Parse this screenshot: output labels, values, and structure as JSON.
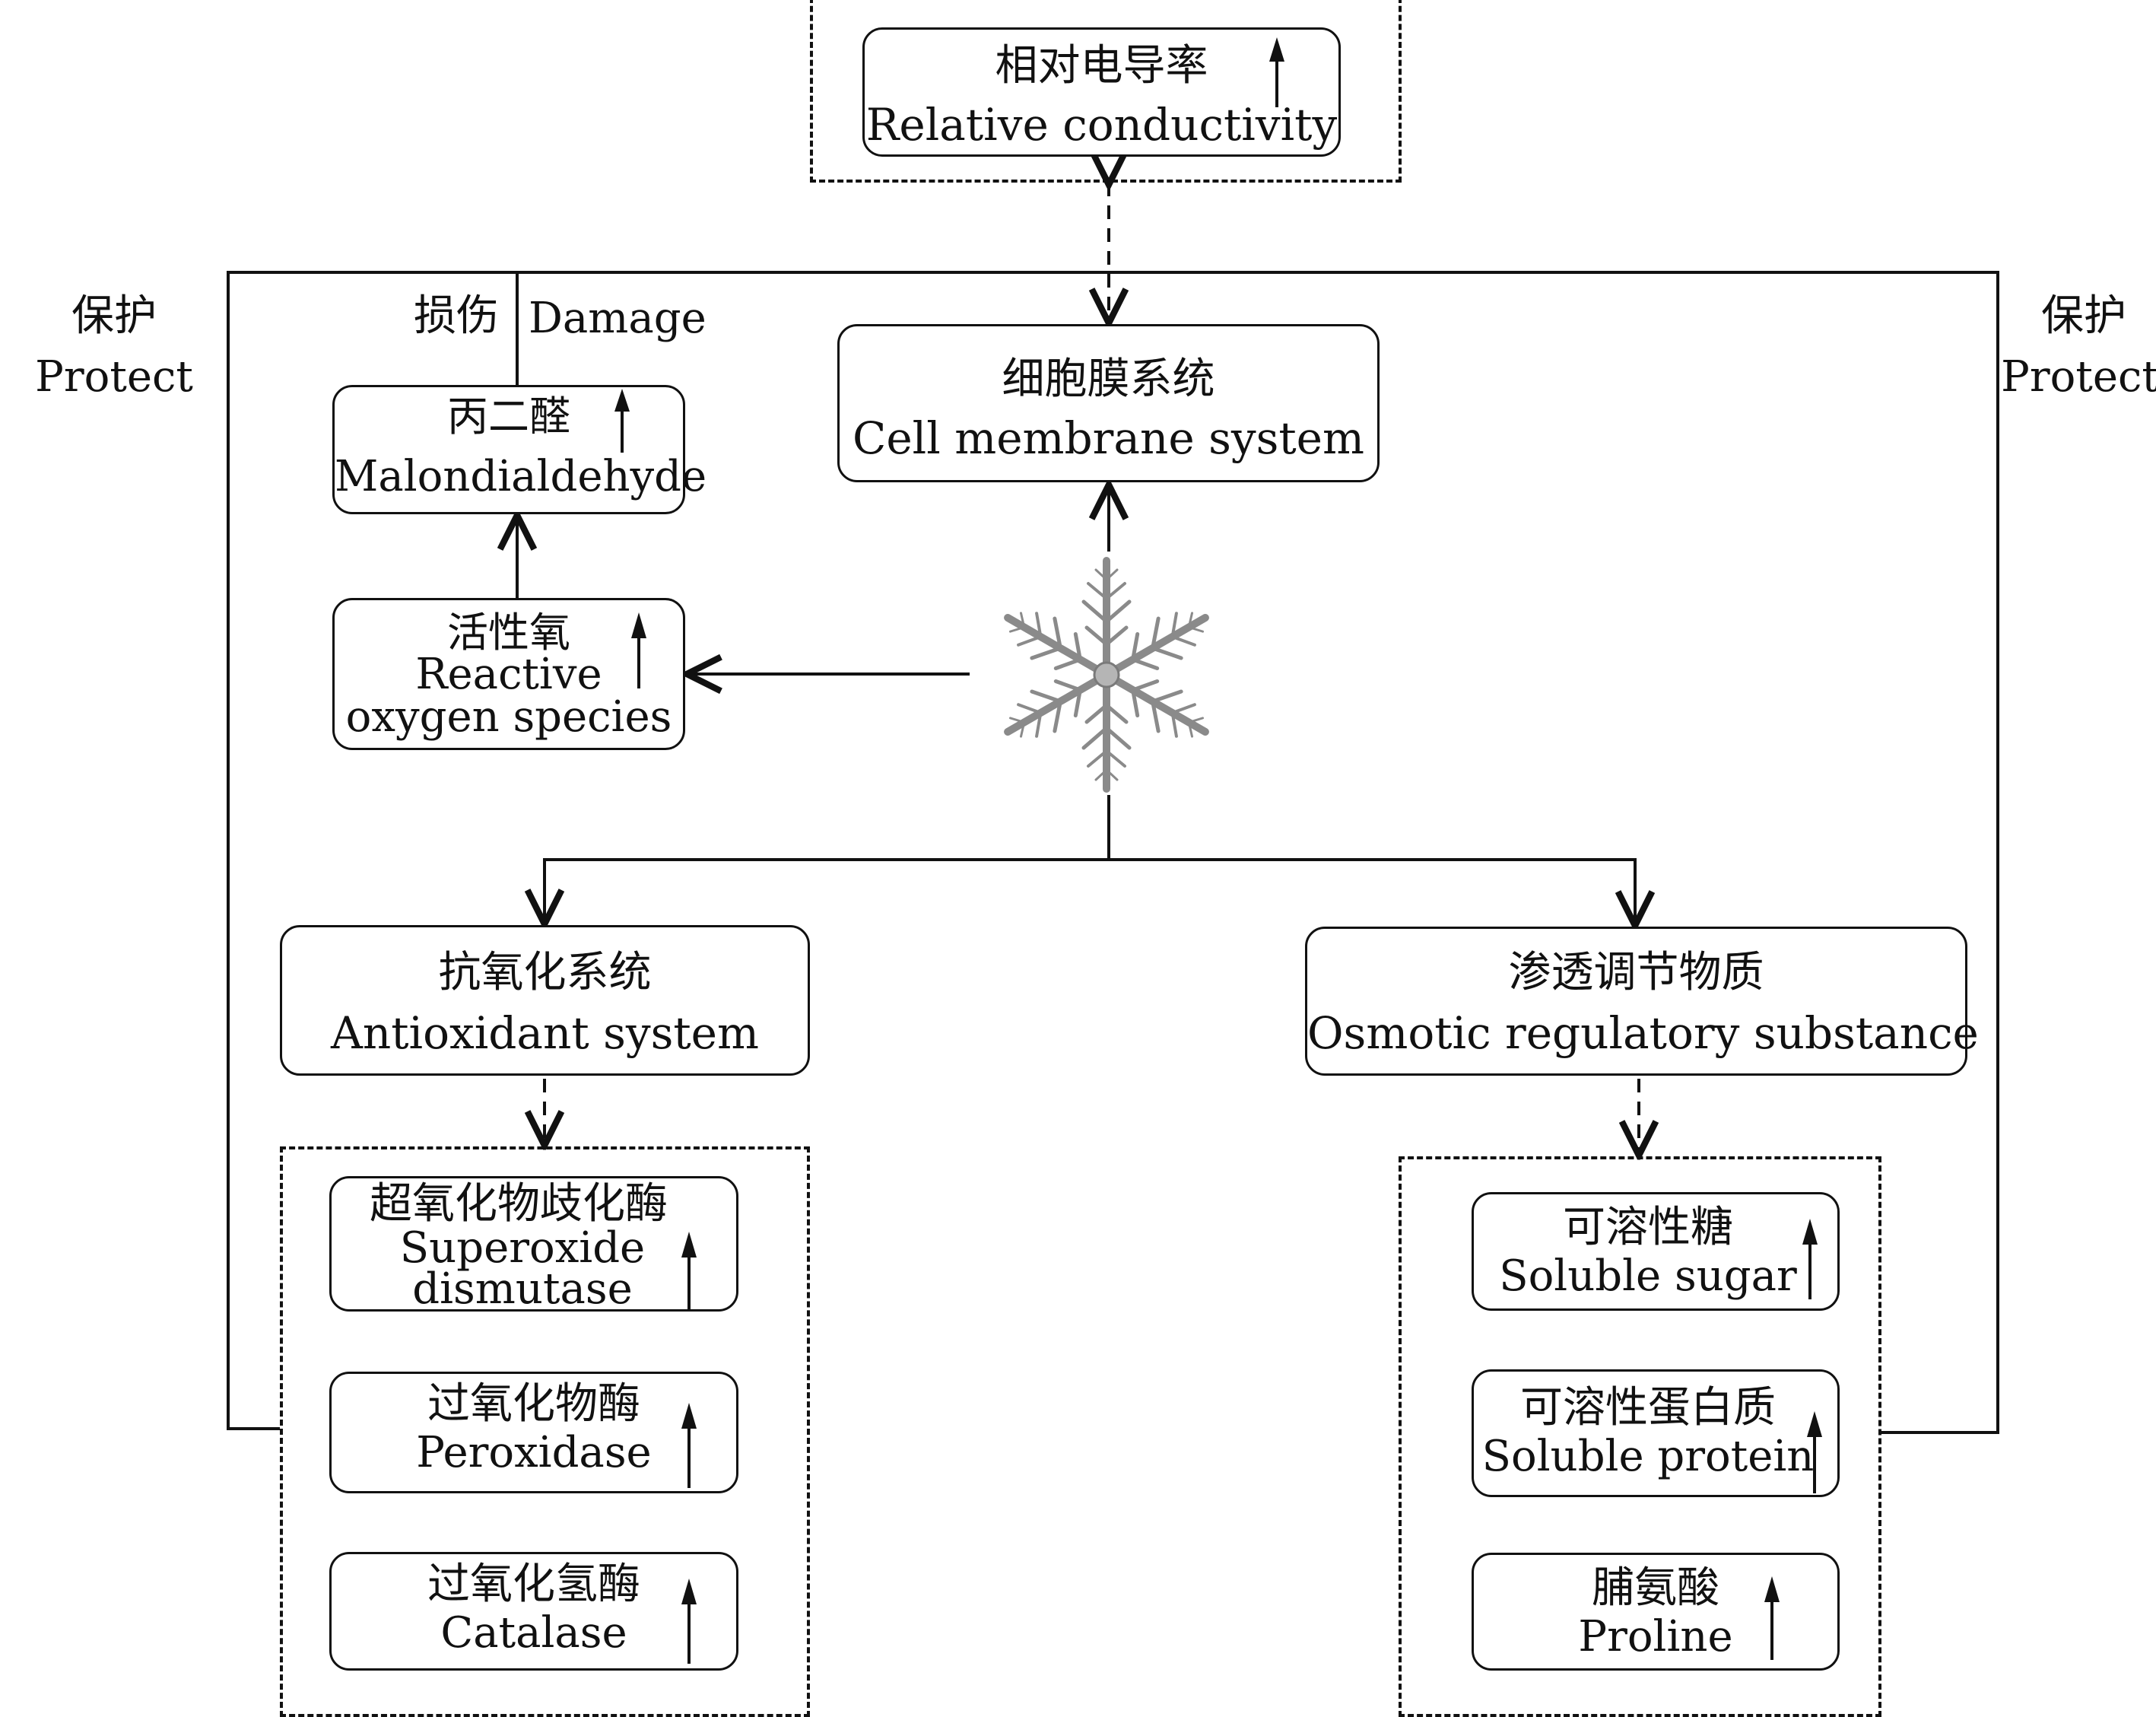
{
  "diagram": {
    "type": "flowchart",
    "center_icon": "snowflake-icon",
    "conductivity": {
      "zh": "相对电导率",
      "en": "Relative conductivity",
      "trend": "up"
    },
    "cell_membrane": {
      "zh": "细胞膜系统",
      "en": "Cell membrane system"
    },
    "mda": {
      "zh": "丙二醛",
      "en": "Malondialdehyde",
      "trend": "up"
    },
    "ros": {
      "zh": "活性氧",
      "en_line1": "Reactive",
      "en_line2": "oxygen species",
      "trend": "up"
    },
    "damage_label": {
      "zh": "损伤",
      "en": "Damage"
    },
    "protect_left": {
      "zh": "保护",
      "en": "Protect"
    },
    "protect_right": {
      "zh": "保护",
      "en": "Protect"
    },
    "antioxidant": {
      "zh": "抗氧化系统",
      "en": "Antioxidant system"
    },
    "osmotic": {
      "zh": "渗透调节物质",
      "en": "Osmotic regulatory substance"
    },
    "antioxidant_items": [
      {
        "zh": "超氧化物歧化酶",
        "en_line1": "Superoxide",
        "en_line2": "dismutase",
        "trend": "up"
      },
      {
        "zh": "过氧化物酶",
        "en_line1": "Peroxidase",
        "trend": "up"
      },
      {
        "zh": "过氧化氢酶",
        "en_line1": "Catalase",
        "trend": "up"
      }
    ],
    "osmotic_items": [
      {
        "zh": "可溶性糖",
        "en_line1": "Soluble sugar",
        "trend": "up"
      },
      {
        "zh": "可溶性蛋白质",
        "en_line1": "Soluble protein",
        "trend": "up"
      },
      {
        "zh": "脯氨酸",
        "en_line1": "Proline",
        "trend": "up"
      }
    ]
  }
}
